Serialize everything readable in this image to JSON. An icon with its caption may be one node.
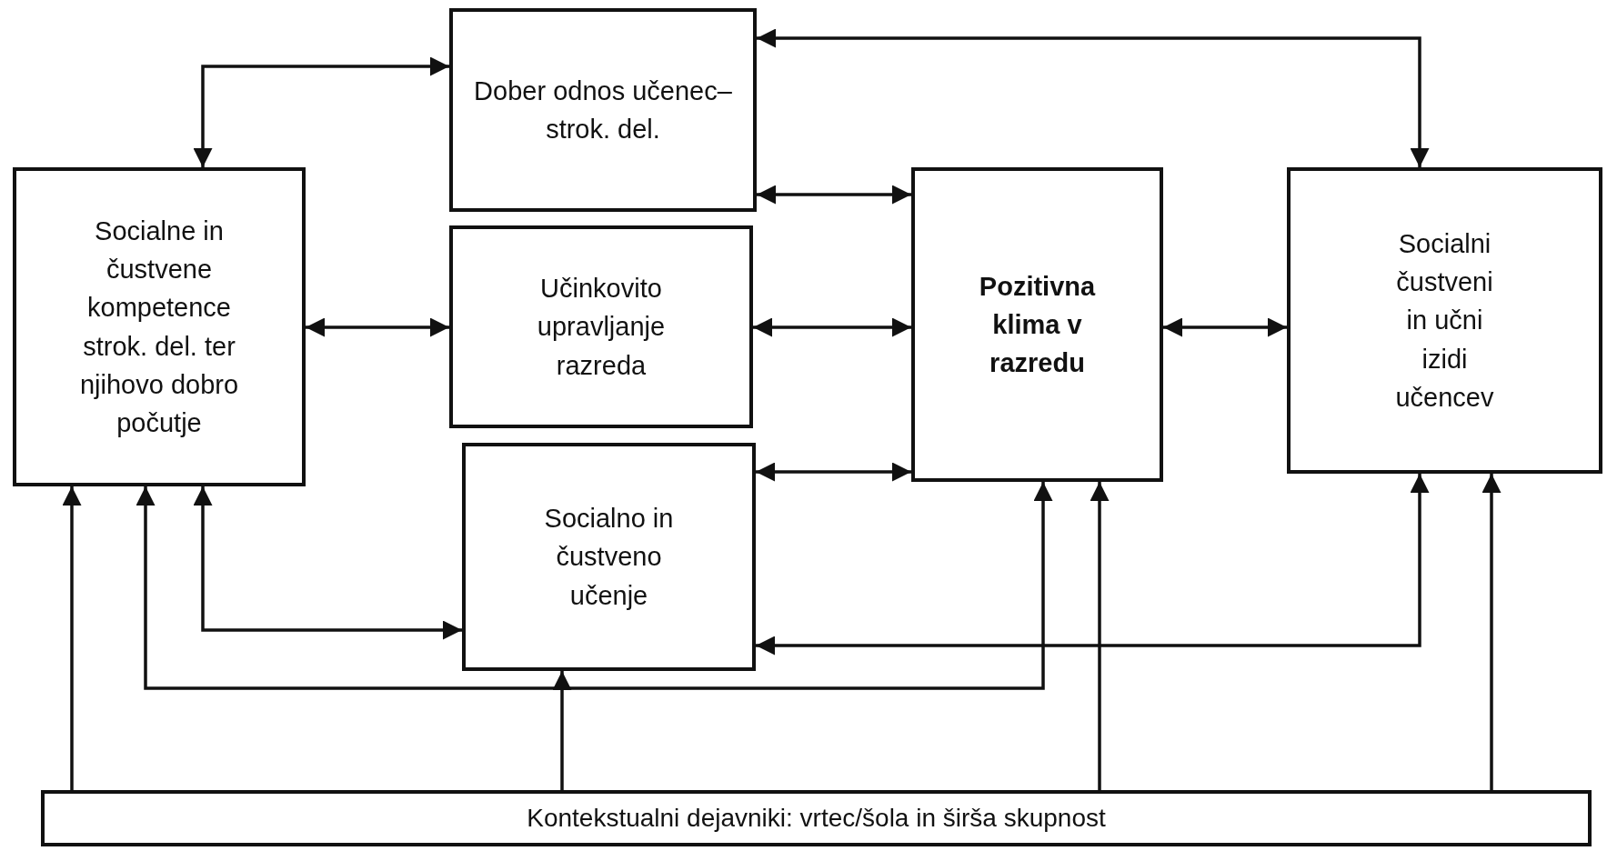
{
  "diagram": {
    "nodes": [
      {
        "text": [
          "Socialne in čustvene kompetence strok. del. ter njihovo dobro počutje"
        ]
      },
      {
        "text": [
          "Dober odnos učenec–strok. del."
        ]
      },
      {
        "text": [
          "Učinkovito upravljanje razreda"
        ]
      },
      {
        "text": [
          "Socialno in čustveno učenje"
        ]
      },
      {
        "text": [
          "Pozitivna klima v razredu"
        ]
      },
      {
        "text": [
          "Socialni čustveni in učni izidi učencev"
        ]
      },
      {
        "text": [
          "Kontekstualni dejavniki: vrtec/šola in širša skupnost"
        ]
      }
    ],
    "edges": [
      {
        "from": 0,
        "to": 1,
        "arrow": "both"
      },
      {
        "from": 1,
        "to": 5,
        "arrow": "both"
      },
      {
        "from": 0,
        "to": 2,
        "arrow": "both"
      },
      {
        "from": 1,
        "to": 4,
        "arrow": "both"
      },
      {
        "from": 2,
        "to": 4,
        "arrow": "both"
      },
      {
        "from": 3,
        "to": 4,
        "arrow": "both"
      },
      {
        "from": 4,
        "to": 5,
        "arrow": "both"
      },
      {
        "from": 0,
        "to": 3,
        "arrow": "both"
      },
      {
        "from": 0,
        "to": 4,
        "arrow": "both"
      },
      {
        "from": 5,
        "to": 3,
        "arrow": "both"
      },
      {
        "from": 6,
        "to": 0,
        "arrow": "to"
      },
      {
        "from": 6,
        "to": 3,
        "arrow": "to"
      },
      {
        "from": 6,
        "to": 4,
        "arrow": "to"
      },
      {
        "from": 6,
        "to": 5,
        "arrow": "to"
      }
    ]
  }
}
